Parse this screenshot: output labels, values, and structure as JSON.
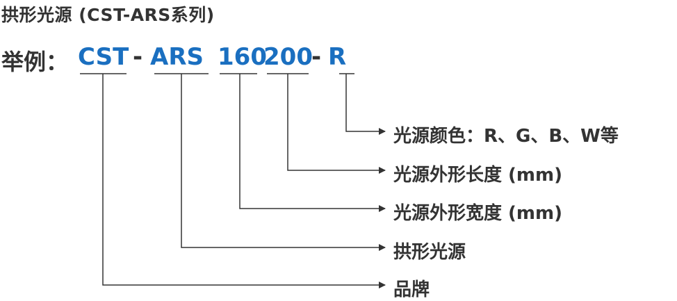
{
  "title": "拱形光源 (CST-ARS系列)",
  "example": {
    "label": "举例：",
    "segments": [
      "CST",
      "-",
      "ARS",
      "160",
      "200",
      "-",
      "R"
    ]
  },
  "descriptions": [
    "光源颜色：R、G、B、W等",
    "光源外形长度 (mm)",
    "光源外形宽度 (mm)",
    "拱形光源",
    "品牌"
  ],
  "colors": {
    "code_blue": "#1a6fc0",
    "text_dark": "#333333",
    "line": "#333333"
  }
}
